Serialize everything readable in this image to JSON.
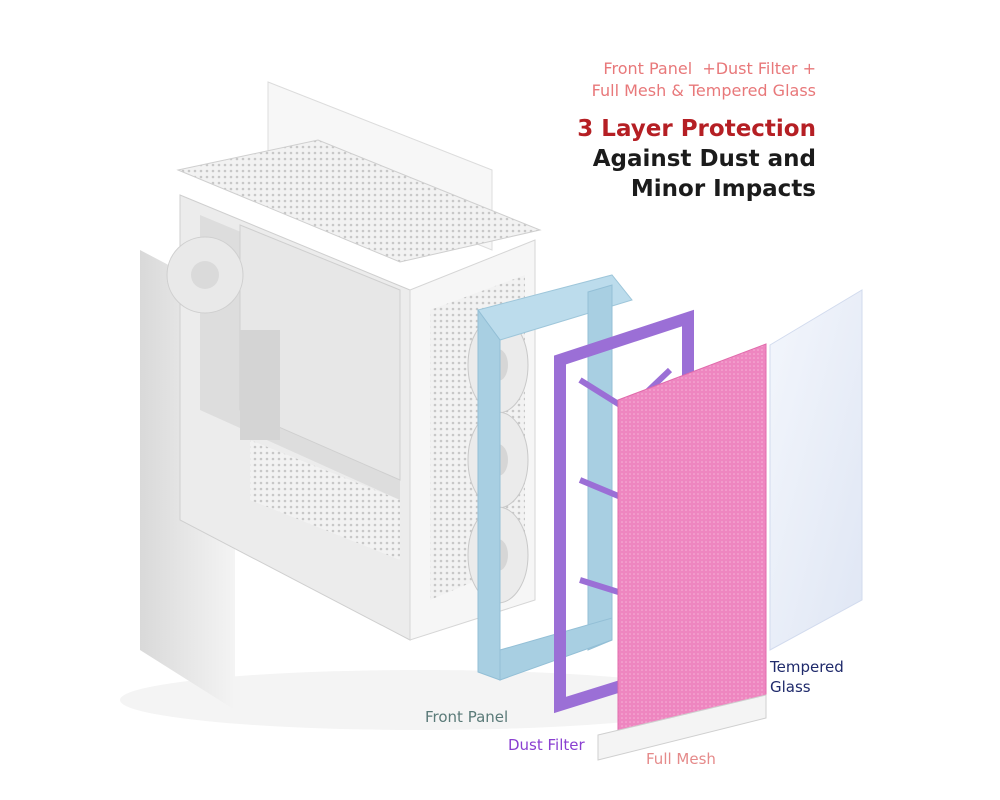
{
  "heading": {
    "subtitle_line1": "Front Panel  +Dust Filter +",
    "subtitle_line2": "Full Mesh & Tempered Glass",
    "title_accent": "3 Layer Protection",
    "title_line2": "Against Dust and",
    "title_line3": "Minor Impacts"
  },
  "labels": {
    "front_panel": "Front Panel",
    "dust_filter": "Dust Filter",
    "full_mesh": "Full Mesh",
    "tempered_glass_line1": "Tempered",
    "tempered_glass_line2": "Glass"
  },
  "colors": {
    "heading_sub": "#e8787a",
    "heading_accent": "#b51f24",
    "heading_dark": "#1b1b1b",
    "front_panel": "#a8cfe2",
    "front_panel_label": "#5a7a78",
    "dust_filter": "#9b6fd6",
    "dust_filter_label": "#8a3fd1",
    "full_mesh": "#ee86c0",
    "full_mesh_label": "#e58a8a",
    "tempered_glass": "#e6ecf7",
    "tempered_glass_label": "#1f2a6b"
  }
}
